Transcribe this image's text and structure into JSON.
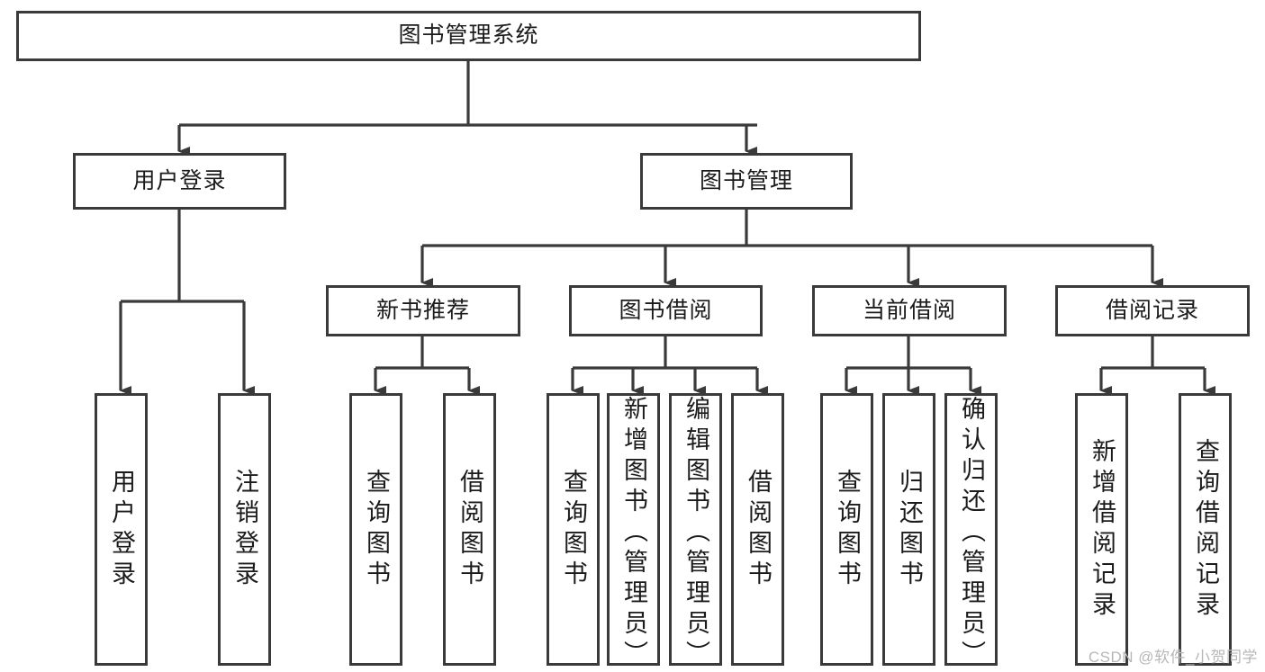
{
  "diagram": {
    "title": "图书管理系统",
    "type": "功能结构图",
    "colors": {
      "border": "#3a3a3a",
      "background": "#ffffff",
      "text": "#1b1b1b",
      "edge": "#3a3a3a",
      "watermark": "#b7b7b7"
    },
    "levels": {
      "root": {
        "label": "图书管理系统"
      },
      "level2": [
        {
          "label": "用户登录"
        },
        {
          "label": "图书管理"
        }
      ],
      "level3": [
        {
          "label": "新书推荐"
        },
        {
          "label": "图书借阅"
        },
        {
          "label": "当前借阅"
        },
        {
          "label": "借阅记录"
        }
      ],
      "level4": [
        {
          "label": "用户登录",
          "parent": "用户登录"
        },
        {
          "label": "注销登录",
          "parent": "用户登录"
        },
        {
          "label": "查询图书",
          "parent": "新书推荐"
        },
        {
          "label": "借阅图书",
          "parent": "新书推荐"
        },
        {
          "label": "查询图书",
          "parent": "图书借阅"
        },
        {
          "label": "新增图书（管理员）",
          "parent": "图书借阅"
        },
        {
          "label": "编辑图书（管理员）",
          "parent": "图书借阅"
        },
        {
          "label": "借阅图书",
          "parent": "图书借阅"
        },
        {
          "label": "查询图书",
          "parent": "当前借阅"
        },
        {
          "label": "归还图书",
          "parent": "当前借阅"
        },
        {
          "label": "确认归还（管理员）",
          "parent": "当前借阅"
        },
        {
          "label": "新增借阅记录",
          "parent": "借阅记录"
        },
        {
          "label": "查询借阅记录",
          "parent": "借阅记录"
        }
      ]
    }
  },
  "watermark": {
    "text": "CSDN @软件_小贺同学"
  }
}
